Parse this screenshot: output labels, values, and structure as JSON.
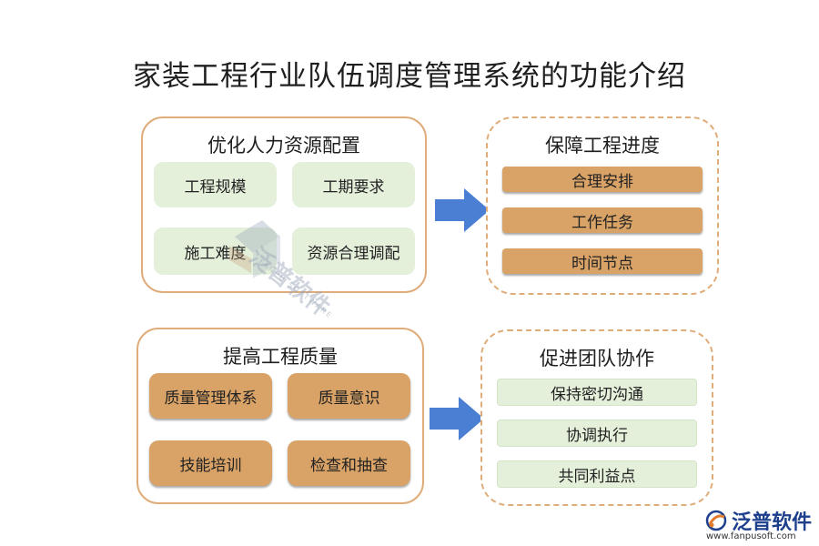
{
  "title": "家装工程行业队伍调度管理系统的功能介绍",
  "box1": {
    "title": "优化人力资源配置",
    "items": [
      "工程规模",
      "工期要求",
      "施工难度",
      "资源合理调配"
    ]
  },
  "box2": {
    "title": "保障工程进度",
    "items": [
      "合理安排",
      "工作任务",
      "时间节点"
    ]
  },
  "box3": {
    "title": "提高工程质量",
    "items": [
      "质量管理体系",
      "质量意识",
      "技能培训",
      "检查和抽查"
    ]
  },
  "box4": {
    "title": "促进团队协作",
    "items": [
      "保持密切沟通",
      "协调执行",
      "共同利益点"
    ]
  },
  "watermark": {
    "brand": "泛普软件",
    "sub": "FANPU SOFTWARE"
  },
  "logo": {
    "brand": "泛普软件",
    "url": "www.fanpusoft.com"
  },
  "colors": {
    "border": "#e0ac7a",
    "orange_fill": "#d9a266",
    "green_fill": "#e5f0db",
    "arrow": "#4a7fd4",
    "logo_blue": "#1d3f8c"
  }
}
